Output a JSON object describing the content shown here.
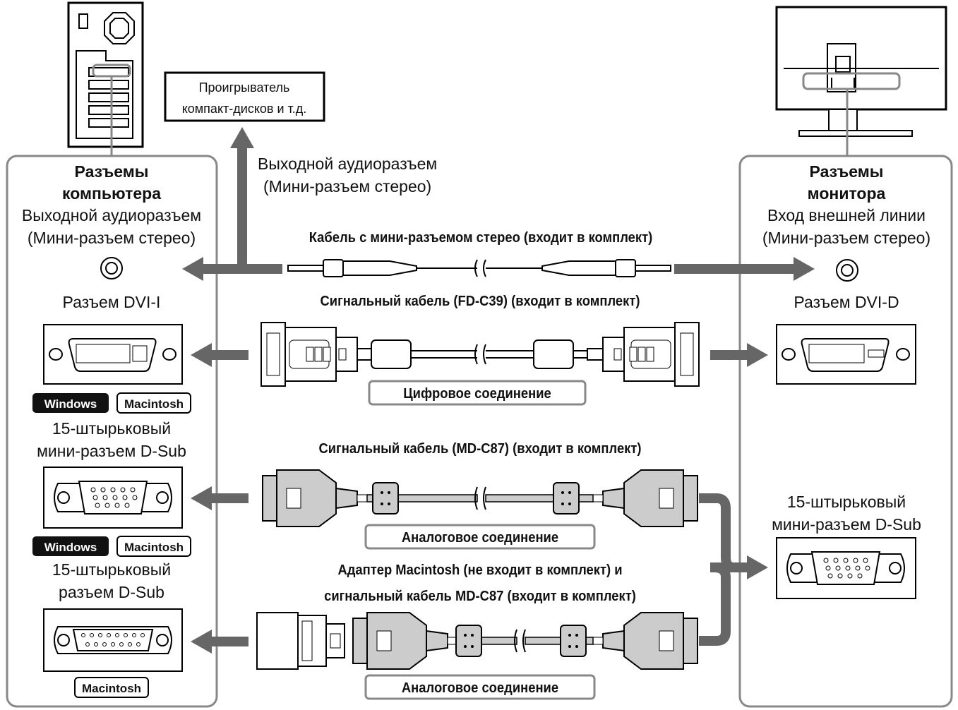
{
  "cd_player": {
    "line1": "Проигрыватель",
    "line2": "компакт-дисков и т.д."
  },
  "audio_out_center": {
    "line1": "Выходной аудиоразъем",
    "line2": "(Мини-разъем стерео)"
  },
  "pc_panel": {
    "title1": "Разъемы",
    "title2": "компьютера",
    "audio1": "Выходной аудиоразъем",
    "audio2": "(Мини-разъем стерео)",
    "dvi": "Разъем DVI-I",
    "vga1": "15-штырьковый",
    "vga2": "мини-разъем D-Sub",
    "dsub1": "15-штырьковый",
    "dsub2": "разъем D-Sub"
  },
  "monitor_panel": {
    "title1": "Разъемы",
    "title2": "монитора",
    "line_in1": "Вход внешней линии",
    "line_in2": "(Мини-разъем стерео)",
    "dvi": "Разъем DVI-D",
    "vga1": "15-штырьковый",
    "vga2": "мини-разъем D-Sub"
  },
  "badges": {
    "windows": "Windows",
    "macintosh": "Macintosh"
  },
  "cables": {
    "stereo": "Кабель с мини-разъемом стерео (входит в комплект)",
    "fd": "Сигнальный кабель (FD-C39) (входит в комплект)",
    "md": "Сигнальный кабель (MD-C87) (входит в комплект)",
    "mac1": "Адаптер Macintosh (не входит в комплект) и",
    "mac2": "сигнальный кабель MD-C87 (входит в комплект)"
  },
  "connections": {
    "digital": "Цифровое соединение",
    "analog": "Аналоговое соединение"
  },
  "colors": {
    "arrow": "#666666",
    "panel_border": "#888888",
    "cable_gray": "#cccccc"
  }
}
